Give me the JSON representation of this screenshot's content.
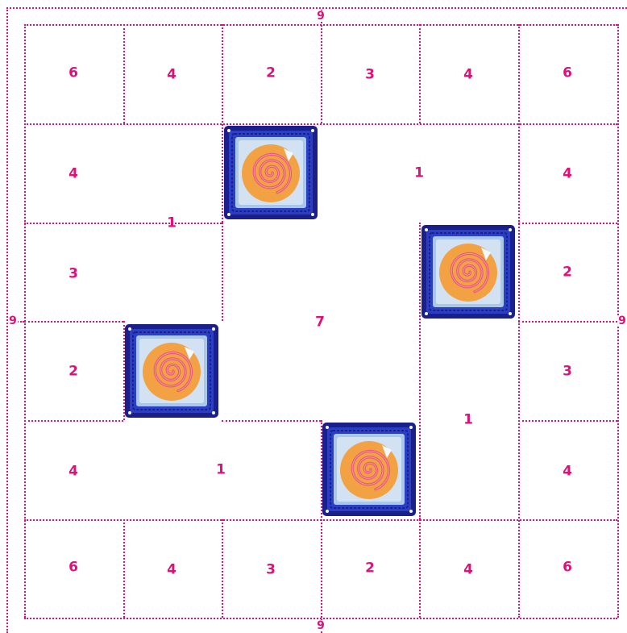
{
  "outer_labels": {
    "top": "9",
    "bottom": "9",
    "left": "9",
    "right": "9"
  },
  "grid": {
    "cell_counts": [
      {
        "id": "r1c1",
        "value": "6"
      },
      {
        "id": "r1c2",
        "value": "4"
      },
      {
        "id": "r1c3",
        "value": "2"
      },
      {
        "id": "r1c4",
        "value": "3"
      },
      {
        "id": "r1c5",
        "value": "4"
      },
      {
        "id": "r1c6",
        "value": "6"
      },
      {
        "id": "r2c1",
        "value": "4"
      },
      {
        "id": "r2c45",
        "value": "1"
      },
      {
        "id": "r2c6",
        "value": "4"
      },
      {
        "id": "r23c2",
        "value": "1"
      },
      {
        "id": "r3c1",
        "value": "3"
      },
      {
        "id": "r3c6",
        "value": "2"
      },
      {
        "id": "center",
        "value": "7"
      },
      {
        "id": "r4c1",
        "value": "2"
      },
      {
        "id": "r4c6",
        "value": "3"
      },
      {
        "id": "r45c5",
        "value": "1"
      },
      {
        "id": "r5c1",
        "value": "4"
      },
      {
        "id": "r5c23",
        "value": "1"
      },
      {
        "id": "r5c6",
        "value": "4"
      },
      {
        "id": "r6c1",
        "value": "6"
      },
      {
        "id": "r6c2",
        "value": "4"
      },
      {
        "id": "r6c3",
        "value": "3"
      },
      {
        "id": "r6c4",
        "value": "2"
      },
      {
        "id": "r6c5",
        "value": "4"
      },
      {
        "id": "r6c6",
        "value": "6"
      }
    ]
  },
  "granny_squares": [
    {
      "id": "square-r2c3"
    },
    {
      "id": "square-r3c5"
    },
    {
      "id": "square-r4c2"
    },
    {
      "id": "square-r5c4"
    }
  ],
  "colors": {
    "guide": "#e0107a",
    "border_navy": "#1b1f8a",
    "border_royal": "#2a3fc4",
    "ring_lightblue": "#a9c7e6",
    "ring_white": "#f4f7fb",
    "center_orange": "#f3a243",
    "spiral_pink": "#e8577a",
    "spiral_light": "#f6b6a0"
  }
}
